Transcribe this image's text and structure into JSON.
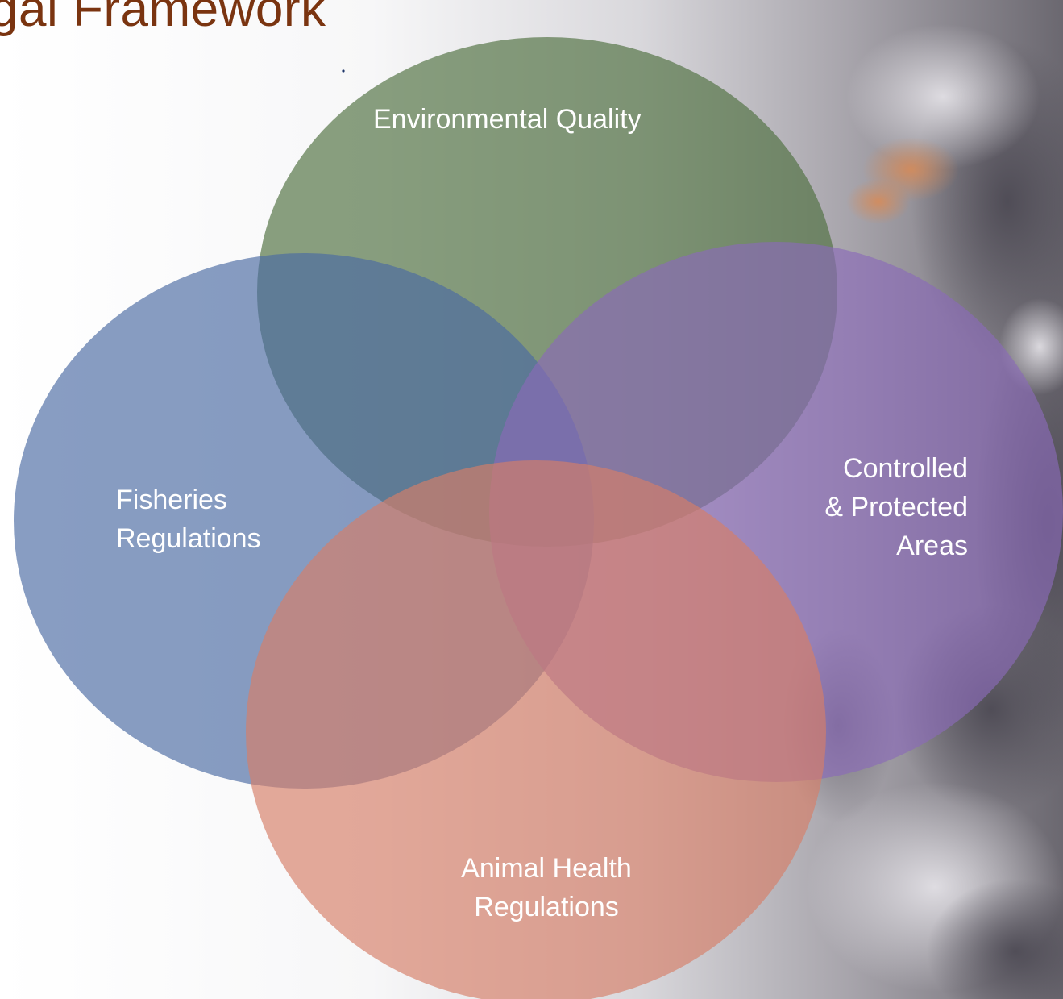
{
  "title": "gal Framework",
  "colors": {
    "title": "#7a3410",
    "environmental_quality": "#4d6f3e",
    "fisheries_regulations": "#4a6aa3",
    "controlled_protected_areas": "#8a6ab8",
    "animal_health_regulations": "#d67e67"
  },
  "circles": {
    "environmental_quality": {
      "label": "Environmental Quality"
    },
    "fisheries_regulations": {
      "lines": [
        "Fisheries",
        "Regulations"
      ]
    },
    "controlled_protected_areas": {
      "lines": [
        "Controlled",
        "& Protected",
        "Areas"
      ]
    },
    "animal_health_regulations": {
      "lines": [
        "Animal Health",
        "Regulations"
      ]
    }
  }
}
